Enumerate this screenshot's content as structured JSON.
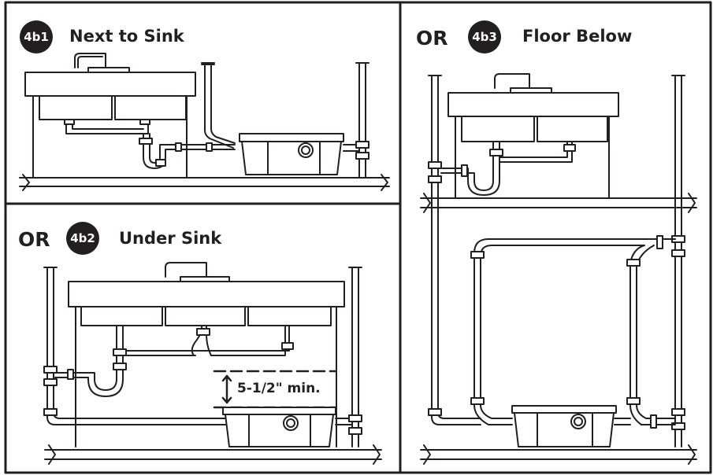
{
  "panels": {
    "next_to_sink": {
      "badge": "4b1",
      "title": "Next to Sink"
    },
    "under_sink": {
      "prefix": "OR",
      "badge": "4b2",
      "title": "Under Sink",
      "clearance_label": "5-1/2\" min."
    },
    "floor_below": {
      "prefix": "OR",
      "badge": "4b3",
      "title": "Floor Below"
    }
  },
  "colors": {
    "ink": "#231f20",
    "background": "#ffffff"
  }
}
